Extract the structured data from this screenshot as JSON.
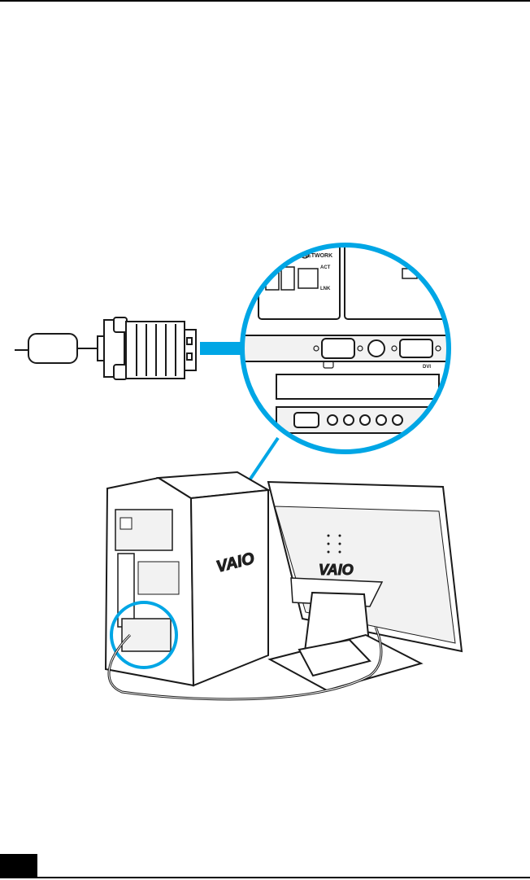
{
  "figure": {
    "port_labels": {
      "network": "NETWORK",
      "act": "ACT",
      "link": "LNK",
      "dvi": "DVI"
    },
    "logos": {
      "tower": "VAIO",
      "monitor": "VAIO"
    }
  },
  "colors": {
    "highlight": "#00a6e5",
    "line": "#1a1a1a",
    "panel_fill": "#f2f2f2",
    "page_tab": "#000000"
  }
}
